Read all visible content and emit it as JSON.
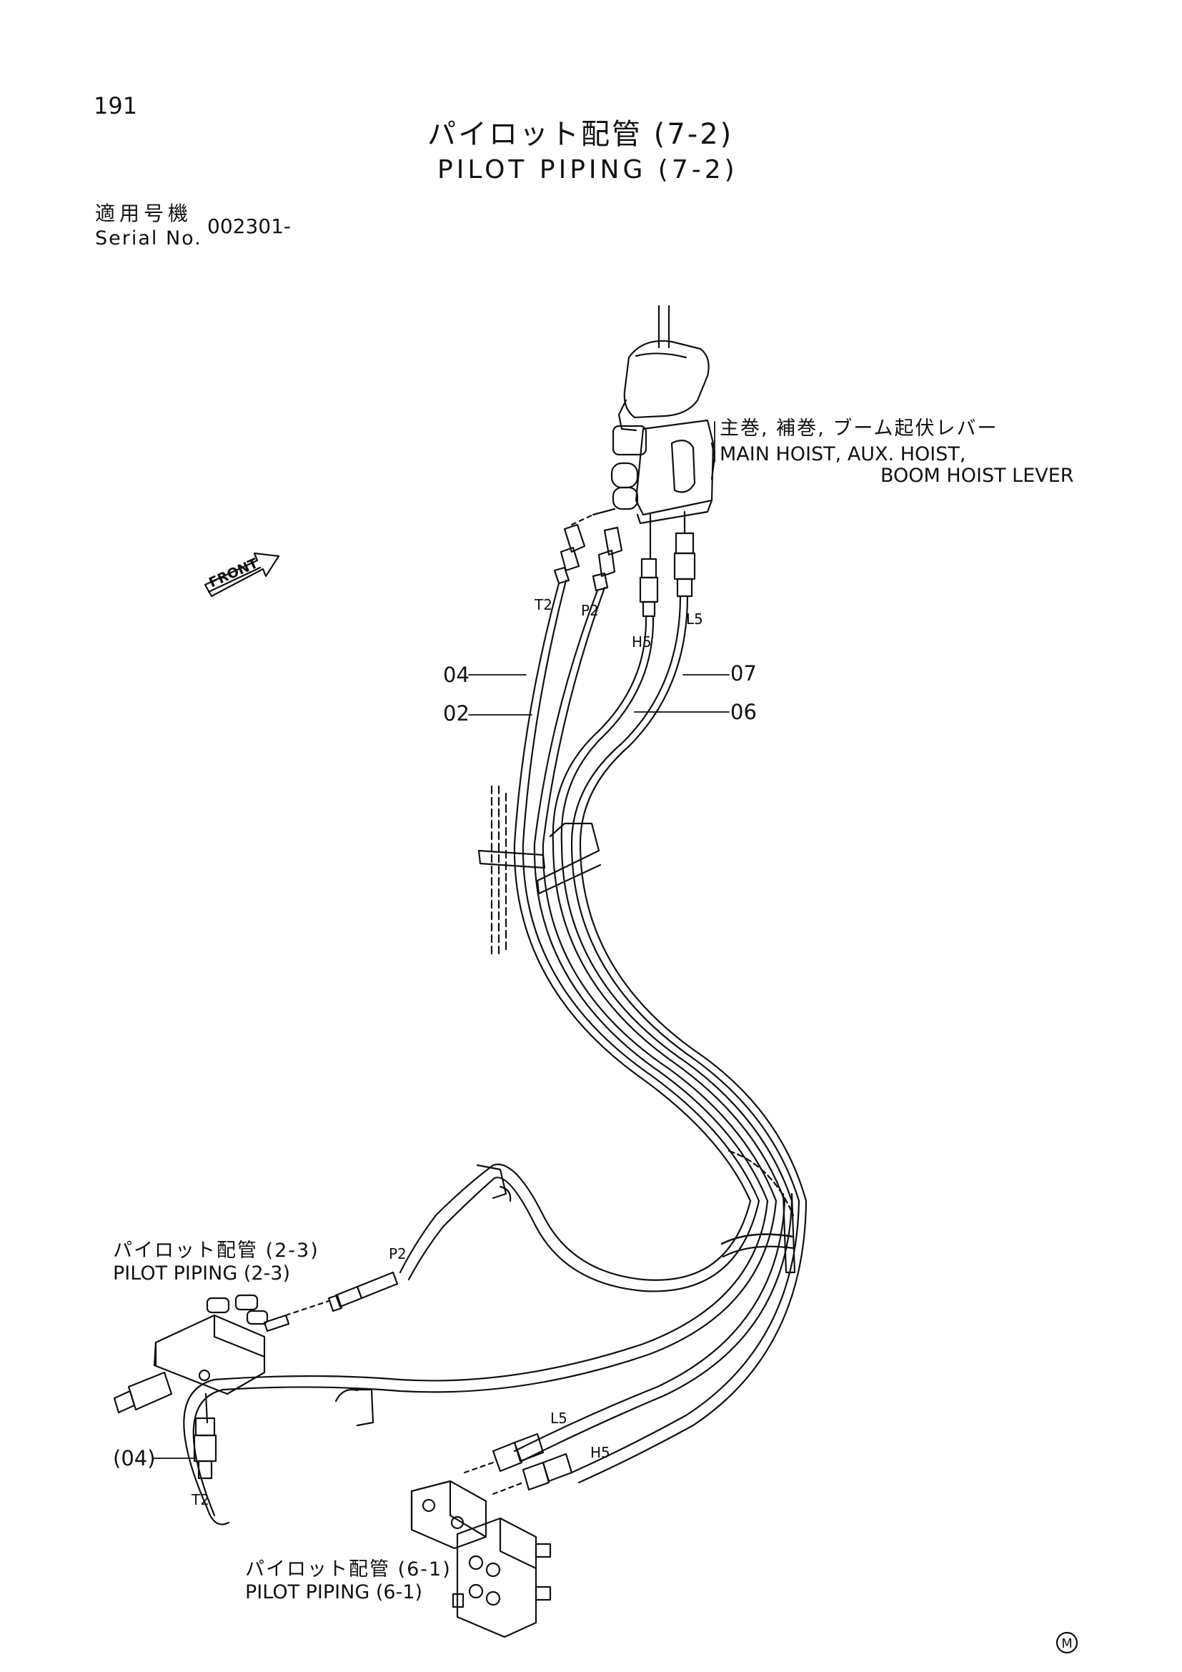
{
  "header": {
    "page_number": "191",
    "title_jp": "パイロット配管 (7-2)",
    "title_en": "PILOT PIPING (7-2)",
    "serial_label_jp": "適用号機",
    "serial_label_en": "Serial No.",
    "serial_value": "002301-"
  },
  "labels": {
    "lever_jp": "主巻, 補巻, ブーム起伏レバー",
    "lever_en_1": "MAIN HOIST, AUX. HOIST,",
    "lever_en_2": "BOOM HOIST LEVER",
    "front": "FRONT",
    "pilot_23_jp": "パイロット配管 (2-3)",
    "pilot_23_en": "PILOT PIPING (2-3)",
    "pilot_61_jp": "パイロット配管 (6-1)",
    "pilot_61_en": "PILOT PIPING (6-1)"
  },
  "port_tags": {
    "t2_top": "T2",
    "p2_top": "P2",
    "h5_top": "H5",
    "l5_top": "L5",
    "p2_bottom": "P2",
    "t2_bottom": "T2",
    "l5_bottom": "L5",
    "h5_bottom": "H5"
  },
  "part_numbers": {
    "p04": "04",
    "p02": "02",
    "p07": "07",
    "p06": "06",
    "p04_ref": "(04)"
  },
  "mark": "M"
}
